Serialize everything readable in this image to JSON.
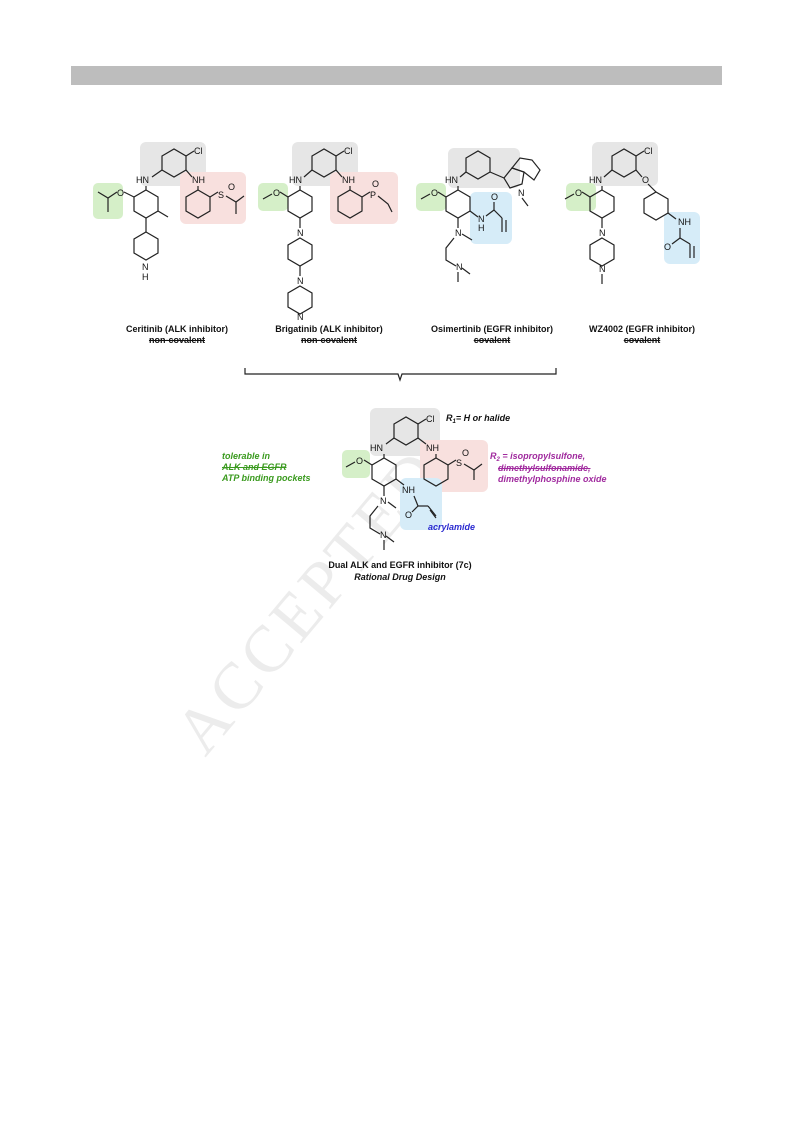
{
  "header_bar": {
    "color": "#bdbdbd"
  },
  "compounds": [
    {
      "name": "Ceritinib (ALK inhibitor)",
      "binding": "non-covalent"
    },
    {
      "name": "Brigatinib (ALK inhibitor)",
      "binding": "non-covalent"
    },
    {
      "name": "Osimertinib (EGFR inhibitor)",
      "binding": "covalent"
    },
    {
      "name": "WZ4002 (EGFR inhibitor)",
      "binding": "covalent"
    }
  ],
  "atoms": {
    "cl": "Cl",
    "hn": "HN",
    "nh": "NH",
    "n": "N",
    "h": "H",
    "o": "O",
    "s": "S",
    "p": "P"
  },
  "design": {
    "r1_label": "R",
    "r1_sub": "1",
    "r1_text": "= H or halide",
    "r2_label": "R",
    "r2_sub": "2",
    "r2_text": " = isopropylsulfone,",
    "r2_line2": "dimethylsulfonamide,",
    "r2_line3": "dimethylphosphine oxide",
    "tolerable_line1": "tolerable in",
    "tolerable_line2": "ALK and EGFR",
    "tolerable_line3": "ATP binding pockets",
    "acrylamide": "acrylamide",
    "title": "Dual ALK and EGFR inhibitor (7c)",
    "subtitle": "Rational Drug Design"
  },
  "watermark": "ACCEPTED",
  "colors": {
    "grey_highlight": "#e6e6e6",
    "green_highlight": "#d5efc8",
    "pink_highlight": "#f8e0de",
    "blue_highlight": "#d6ecf8",
    "green_text": "#3a9a1e",
    "purple_text": "#a02a9e",
    "blue_text": "#2a2ad0"
  }
}
